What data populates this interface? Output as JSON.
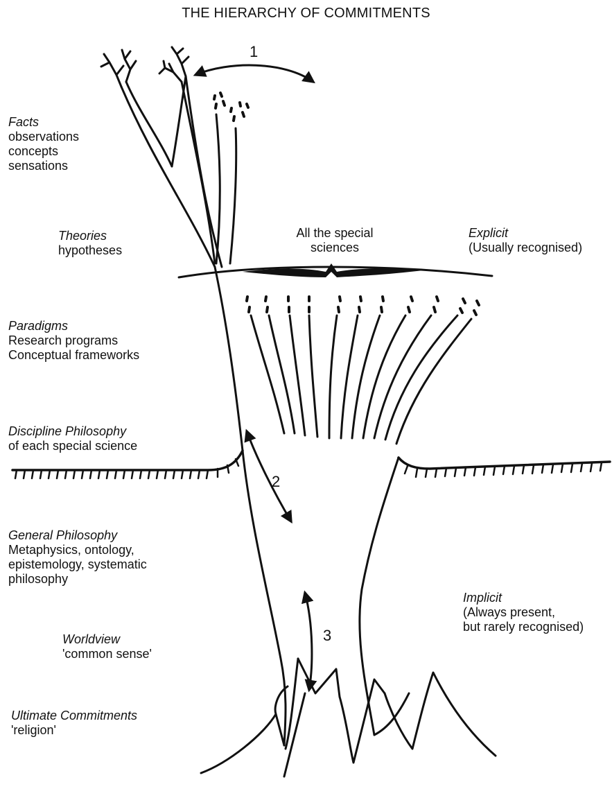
{
  "title": "THE HIERARCHY OF COMMITMENTS",
  "levels": {
    "facts": {
      "heading": "Facts",
      "lines": [
        "observations",
        "concepts",
        "sensations"
      ]
    },
    "theories": {
      "heading": "Theories",
      "lines": [
        "hypotheses"
      ]
    },
    "paradigms": {
      "heading": "Paradigms",
      "lines": [
        "Research programs",
        "Conceptual frameworks"
      ]
    },
    "discipline": {
      "heading": "Discipline Philosophy",
      "lines": [
        "of each special science"
      ]
    },
    "general": {
      "heading": "General Philosophy",
      "lines": [
        "Metaphysics, ontology,",
        "epistemology, systematic",
        "philosophy"
      ]
    },
    "worldview": {
      "heading": "Worldview",
      "lines": [
        "'common sense'"
      ]
    },
    "ultimate": {
      "heading": "Ultimate Commitments",
      "lines": [
        "'religion'"
      ]
    }
  },
  "annotations": {
    "sciences": [
      "All the special",
      "sciences"
    ],
    "explicit": {
      "heading": "Explicit",
      "lines": [
        "(Usually recognised)"
      ]
    },
    "implicit": {
      "heading": "Implicit",
      "lines": [
        "(Always present,",
        "but rarely recognised)"
      ]
    }
  },
  "arrows": {
    "one": "1",
    "two": "2",
    "three": "3"
  },
  "colors": {
    "ink": "#111111",
    "background": "#ffffff"
  }
}
